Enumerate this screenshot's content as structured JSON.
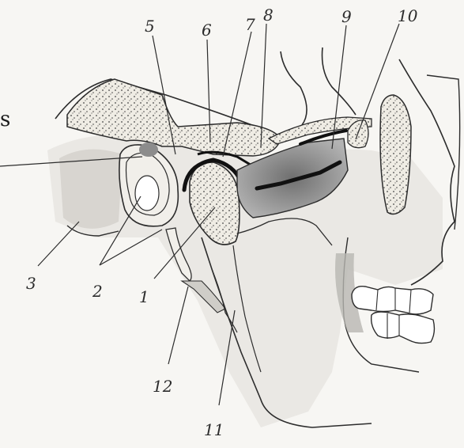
{
  "figure": {
    "edge_text": "s",
    "labels": {
      "l1": "1",
      "l2": "2",
      "l3": "3",
      "l5": "5",
      "l6": "6",
      "l7": "7",
      "l8": "8",
      "l9": "9",
      "l10": "10",
      "l11": "11",
      "l12": "12"
    }
  },
  "colors": {
    "ink": "#2c2c2c",
    "paper": "#f7f6f3",
    "bone": "#efece4",
    "shade_light": "#d9d6d0",
    "shade_dark": "#8f8f8f"
  }
}
